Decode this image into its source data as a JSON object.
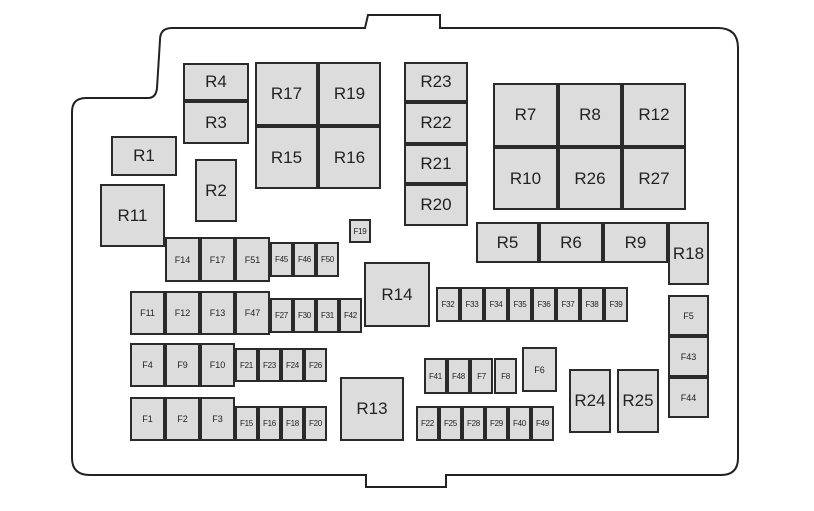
{
  "title": "Fuse box diagram",
  "relays": [
    "R1",
    "R2",
    "R3",
    "R4",
    "R5",
    "R6",
    "R7",
    "R8",
    "R9",
    "R10",
    "R11",
    "R12",
    "R13",
    "R14",
    "R15",
    "R16",
    "R17",
    "R18",
    "R19",
    "R20",
    "R21",
    "R22",
    "R23",
    "R24",
    "R25",
    "R26",
    "R27"
  ],
  "fuses": [
    "F1",
    "F2",
    "F3",
    "F4",
    "F5",
    "F6",
    "F7",
    "F8",
    "F9",
    "F10",
    "F11",
    "F12",
    "F13",
    "F14",
    "F15",
    "F16",
    "F17",
    "F18",
    "F19",
    "F20",
    "F21",
    "F22",
    "F23",
    "F24",
    "F25",
    "F26",
    "F27",
    "F28",
    "F29",
    "F30",
    "F31",
    "F32",
    "F33",
    "F34",
    "F35",
    "F36",
    "F37",
    "F38",
    "F39",
    "F40",
    "F41",
    "F42",
    "F43",
    "F44",
    "F45",
    "F46",
    "F47",
    "F48",
    "F49",
    "F50",
    "F51"
  ],
  "colors": {
    "box_fill": "#dcdcdc",
    "border": "#2a2a2a"
  }
}
